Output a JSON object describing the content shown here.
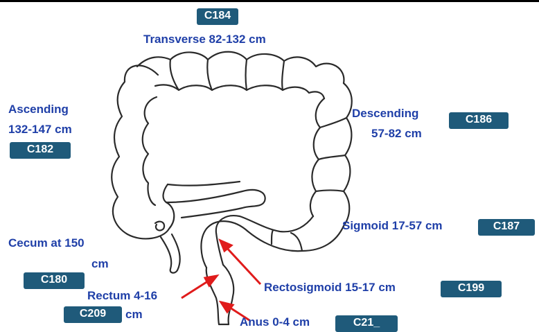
{
  "segments": {
    "transverse": {
      "label": "Transverse  82-132 cm",
      "code": "C184"
    },
    "ascending": {
      "name": "Ascending",
      "range": "132-147 cm",
      "code": "C182"
    },
    "descending": {
      "name": "Descending",
      "range": "57-82 cm",
      "code": "C186"
    },
    "sigmoid": {
      "label": "Sigmoid  17-57 cm",
      "code": "C187"
    },
    "cecum": {
      "line1": "Cecum at 150",
      "line2": "cm",
      "code": "C180"
    },
    "rectum": {
      "line1": "Rectum  4-16",
      "line2": "cm",
      "code": "C209"
    },
    "rectosigmoid": {
      "label": "Rectosigmoid  15-17 cm",
      "code": "C199"
    },
    "anus": {
      "label": "Anus  0-4 cm",
      "code": "C21_"
    }
  },
  "colors": {
    "label_text": "#1f3fa8",
    "code_box": "#1f5a7a",
    "arrow": "#e01b1b",
    "outline": "#2a2a2a"
  }
}
